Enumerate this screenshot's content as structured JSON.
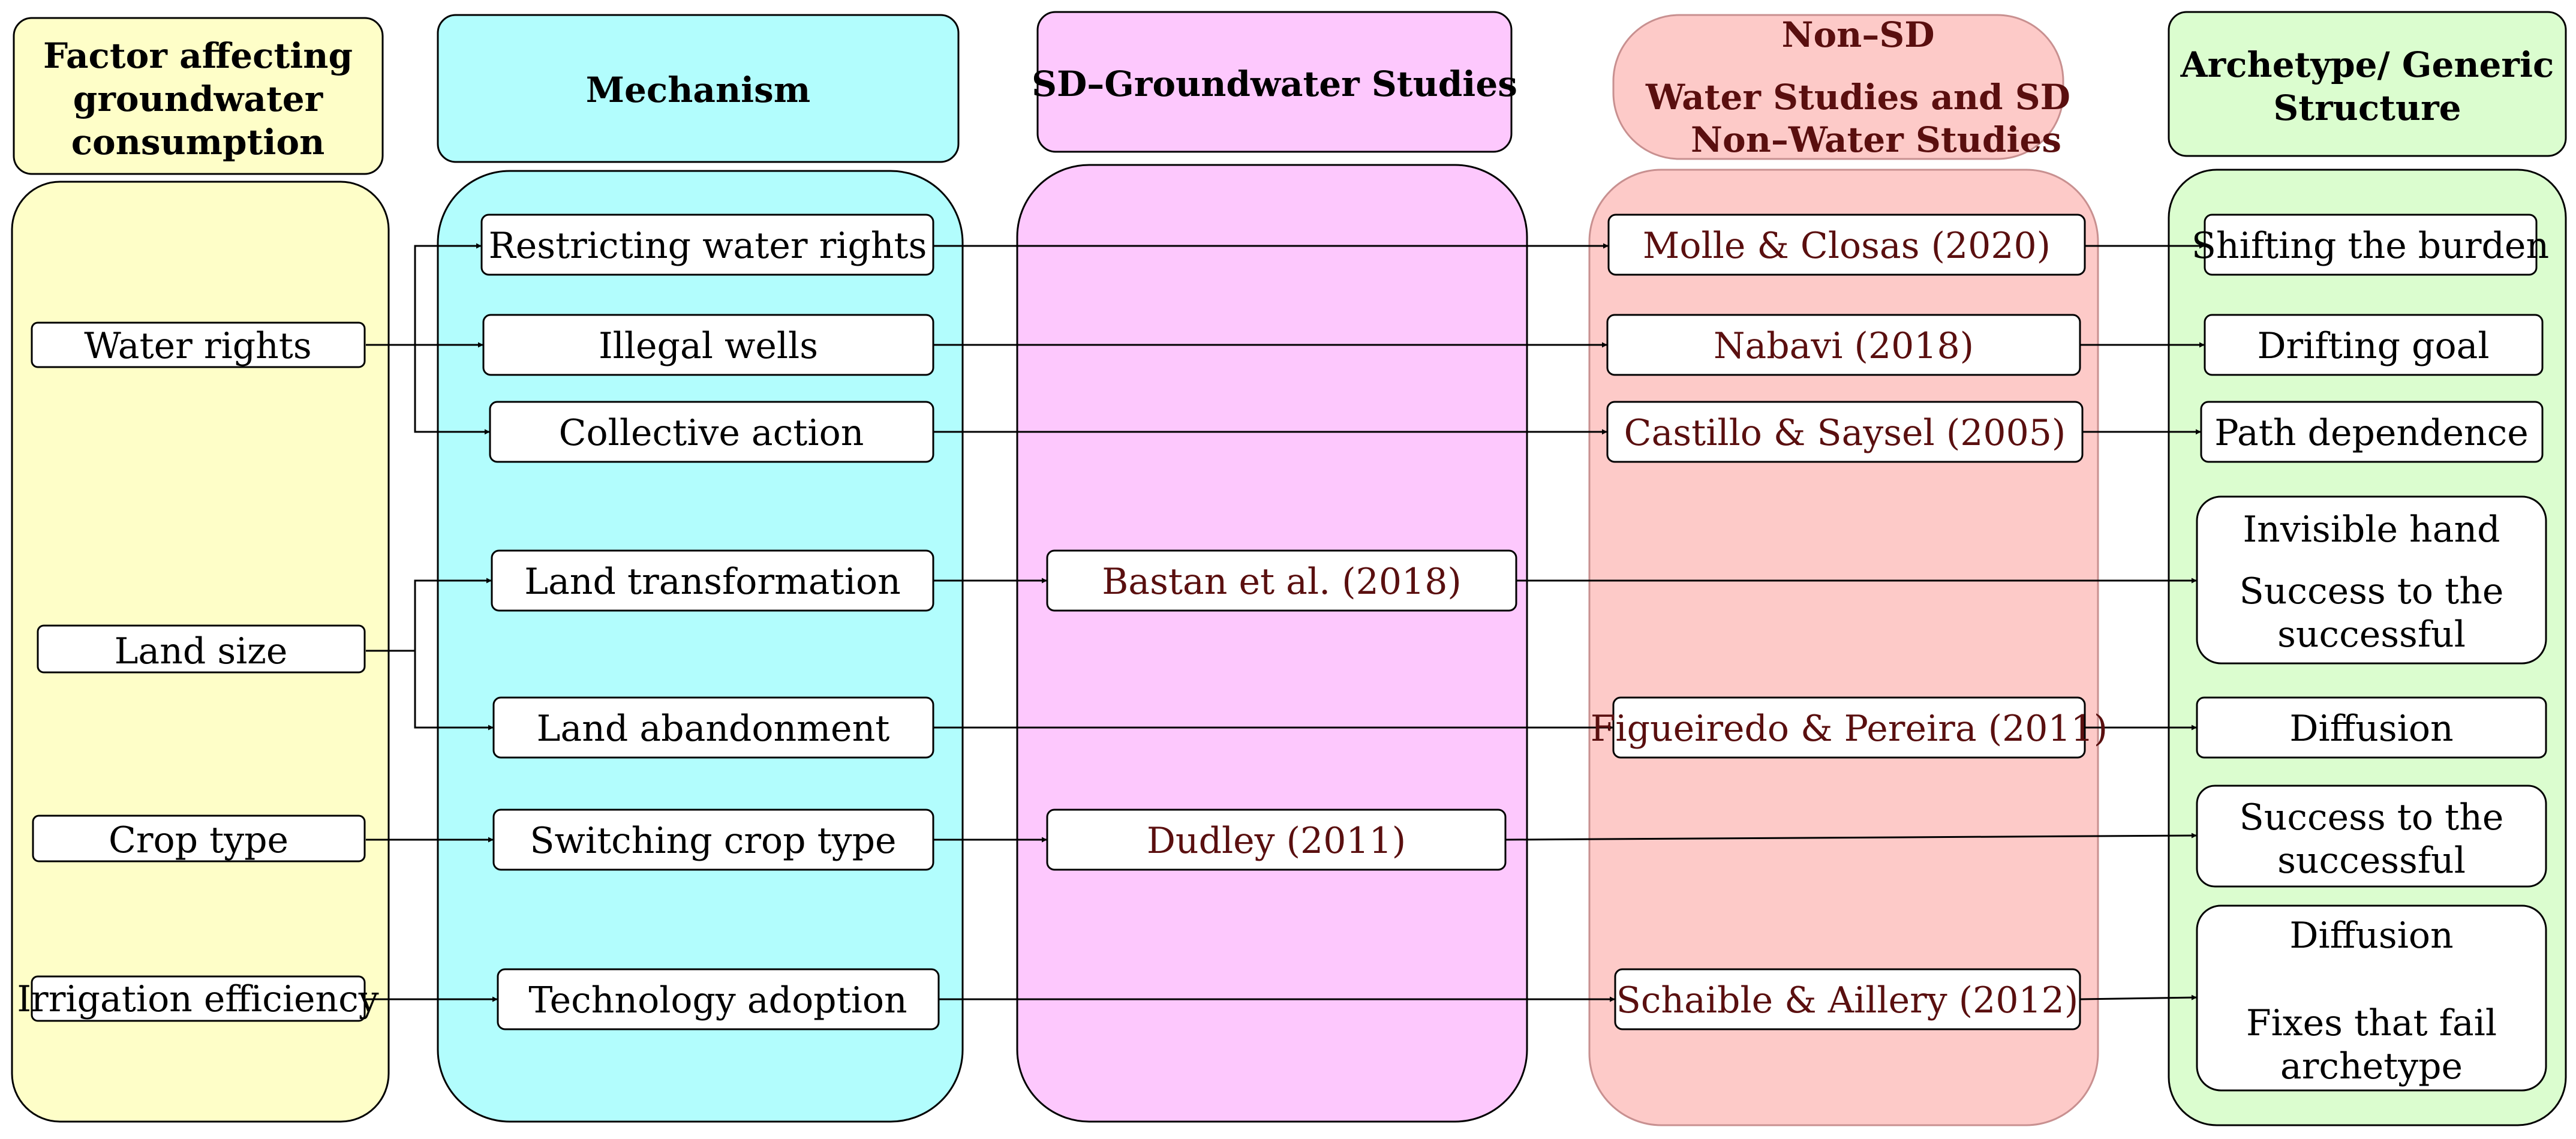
{
  "colors": {
    "yellow": "#fefec8",
    "cyan": "#b2fdfd",
    "pink": "#fdc8fd",
    "salmon": "#fdcac8",
    "green": "#dbfdcf",
    "text_dark_red": "#5a0f0f"
  },
  "headers": {
    "factor": [
      "Factor affecting",
      "groundwater",
      "consumption"
    ],
    "mechanism": [
      "Mechanism"
    ],
    "sd_gw": [
      "SD–Groundwater Studies"
    ],
    "non_sd": [
      "Non–SD",
      "Water Studies and SD",
      "Non–Water Studies"
    ],
    "archetype": [
      "Archetype/ Generic",
      "Structure"
    ]
  },
  "factors": {
    "water_rights": "Water rights",
    "land_size": "Land size",
    "crop_type": "Crop type",
    "irrigation": "Irrigation efficiency"
  },
  "mechanisms": {
    "restricting": "Restricting water rights",
    "illegal": "Illegal wells",
    "collective": "Collective action",
    "land_transform": "Land transformation",
    "land_abandon": "Land abandonment",
    "switching": "Switching crop type",
    "technology": "Technology adoption"
  },
  "sd_studies": {
    "bastan": "Bastan et al. (2018)",
    "dudley": "Dudley (2011)"
  },
  "non_sd_studies": {
    "molle": "Molle & Closas (2020)",
    "nabavi": "Nabavi (2018)",
    "castillo": "Castillo & Saysel (2005)",
    "figueiredo": "Figueiredo & Pereira (2011)",
    "schaible": "Schaible & Aillery (2012)"
  },
  "archetypes": {
    "shifting": [
      "Shifting the burden"
    ],
    "drifting": [
      "Drifting goal"
    ],
    "path": [
      "Path dependence"
    ],
    "invisible": [
      "Invisible hand",
      "Success to the",
      "successful"
    ],
    "diffusion": [
      "Diffusion"
    ],
    "success": [
      "Success to the",
      "successful"
    ],
    "fixes": [
      "Diffusion",
      "",
      "Fixes that fail",
      "archetype"
    ]
  }
}
